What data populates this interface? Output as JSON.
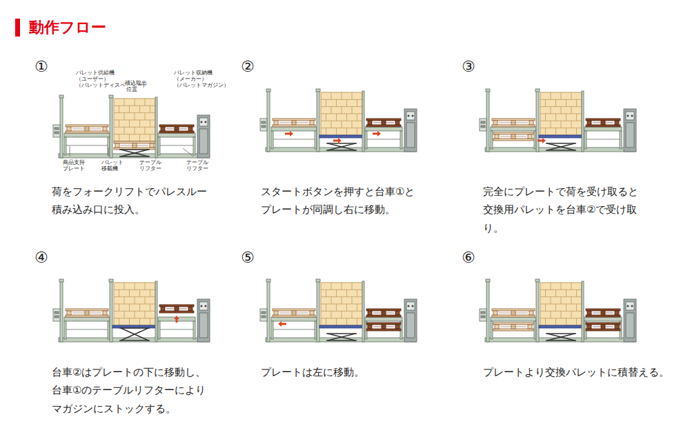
{
  "diagram": {
    "title": "動作フロー",
    "labels": [
      "①",
      "パレット供給機 （ユーザー） （パレットディスペンサー）",
      "積込取出 位置",
      "パレット収納機 （メーカー） （パレットマガジン）",
      "商品支持 プレート",
      "パレット 移載機",
      "テーブル リフター",
      "テーブル リフター",
      "荷をフォークリフトでパレスルー 積み込み口に投入。",
      "②",
      "スタートボタンを押すと台車①と プレートが同調し右に移動。",
      "③",
      "完全にプレートで荷を受け取ると 交換用パレットを台車②で受け取 り。",
      "④",
      "台車②はプレートの下に移動し、 台車①のテーブルリフターにより マガジンにストックする。",
      "⑤",
      "プレートは左に移動。",
      "⑥",
      "プレートより交換パレットに積替える。"
    ]
  }
}
